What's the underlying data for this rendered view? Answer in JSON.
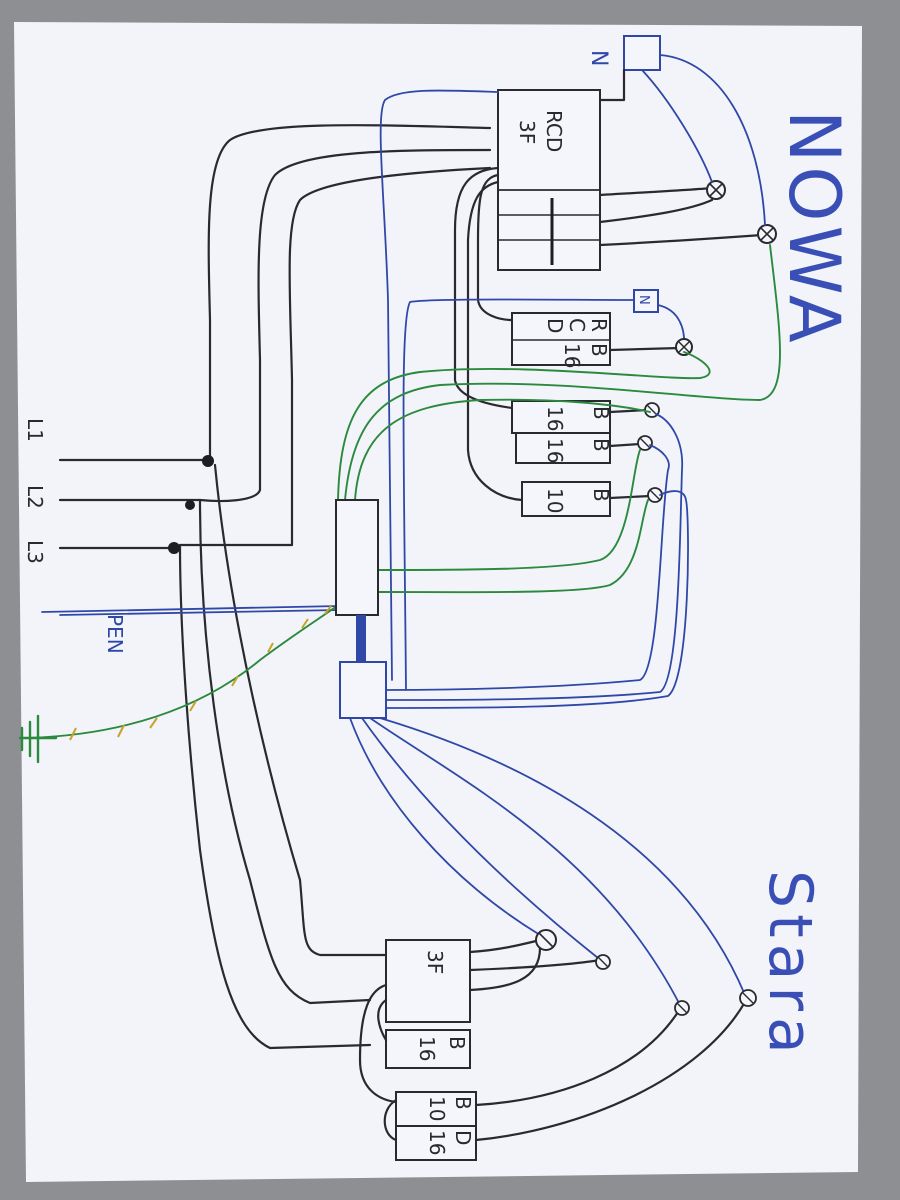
{
  "sections": {
    "new": "NOWA",
    "old": "Stara"
  },
  "phases": {
    "l1": "L1",
    "l2": "L2",
    "l3": "L3",
    "pen": "PEN"
  },
  "neutral_marks": {
    "new_top": "N",
    "new_mid": "N"
  },
  "devices": {
    "rcd_main": {
      "line1": "RCD",
      "line2": "3F"
    },
    "rcbo": {
      "col1": [
        "R",
        "C",
        "D"
      ],
      "col2": [
        "B",
        "16"
      ]
    },
    "mcb_1": [
      "B",
      "16"
    ],
    "mcb_2": [
      "B",
      "16"
    ],
    "mcb_3": [
      "B",
      "10"
    ],
    "old_3f": "3F",
    "old_b16": [
      "B",
      "16"
    ],
    "old_b10": [
      "B",
      "10"
    ],
    "old_d16": [
      "D",
      "16"
    ]
  },
  "colors": {
    "paper": "#f4f6fb",
    "black_wire": "#2a2a2e",
    "blue_wire": "#2f48a8",
    "green_wire": "#2b8a3e",
    "pe_stripe": "#c9a227"
  }
}
